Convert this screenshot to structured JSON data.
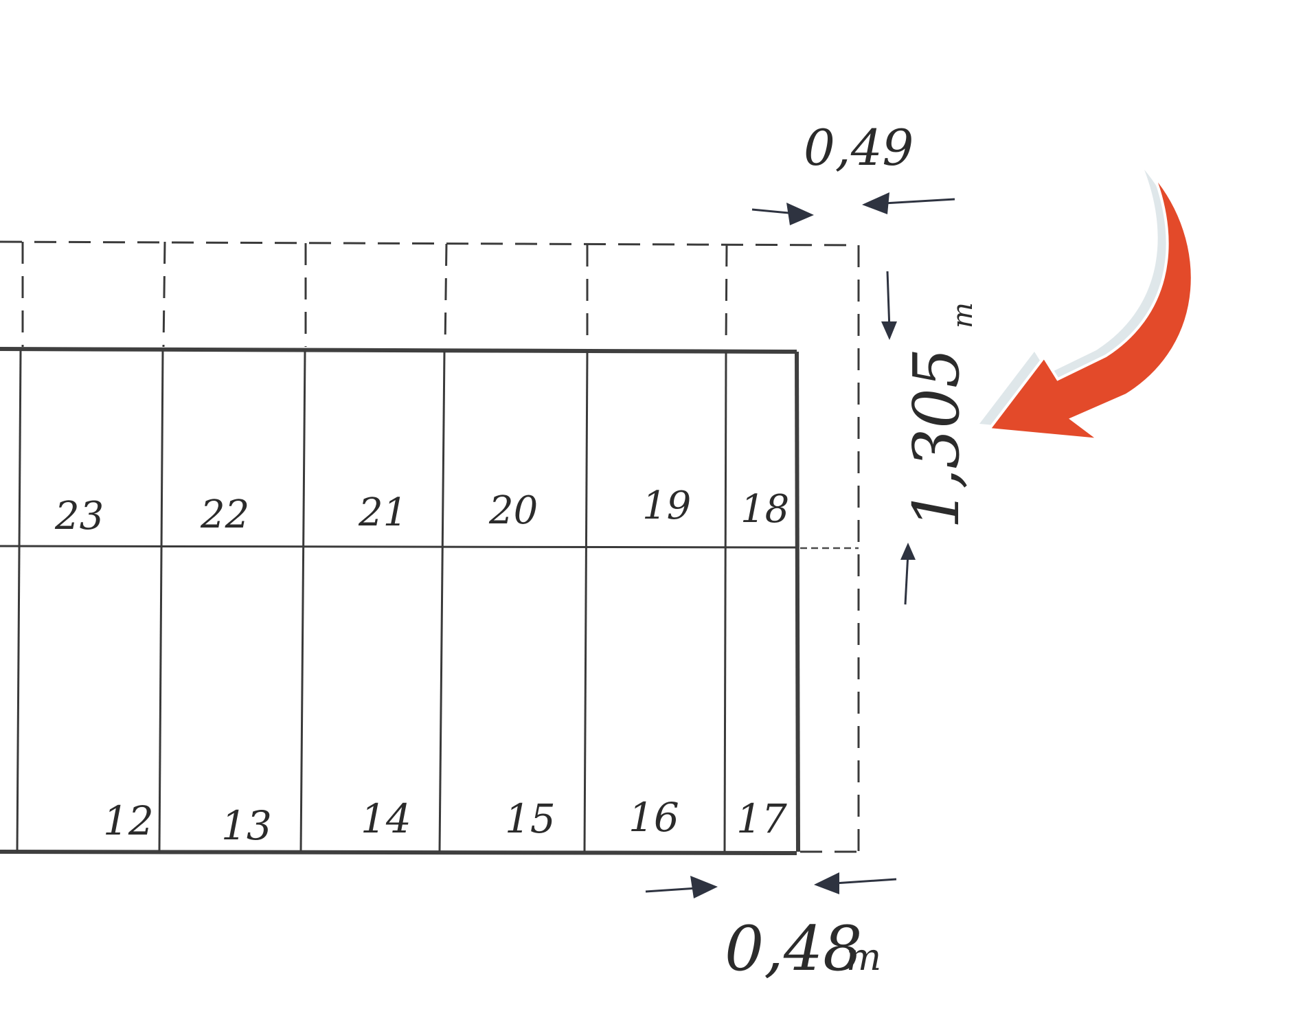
{
  "panels": {
    "top_numbers": [
      "23",
      "22",
      "21",
      "20",
      "19",
      "18"
    ],
    "bottom_numbers": [
      "12",
      "13",
      "14",
      "15",
      "16",
      "17"
    ]
  },
  "dimensions": {
    "top_width": "0,49",
    "height": "1,305",
    "height_unit": "m",
    "bottom_width": "0,48",
    "bottom_unit": "m"
  },
  "colors": {
    "pointer_arrow": "#e34a2a",
    "pencil": "#3a3a3a"
  },
  "icons": {
    "pointer": "red-curved-arrow-icon"
  }
}
